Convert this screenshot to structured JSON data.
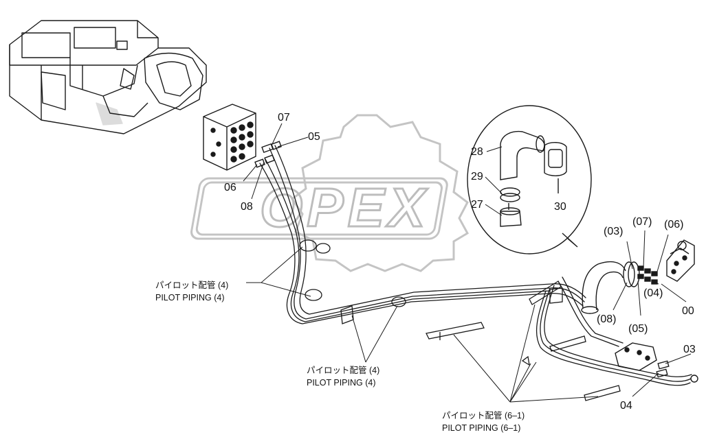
{
  "watermark": {
    "text": "OPEX",
    "color": "#bdbdbd"
  },
  "colors": {
    "line": "#1a1a1a",
    "watermark": "#c4c4c4"
  },
  "part_numbers": {
    "p07_top": "07",
    "p05_top": "05",
    "p06_left": "06",
    "p08_left": "08",
    "p28": "28",
    "p29": "29",
    "p27": "27",
    "p30": "30",
    "p03_paren": "(03)",
    "p07_paren": "(07)",
    "p06_paren": "(06)",
    "p04_paren": "(04)",
    "p00": "00",
    "p08_paren": "(08)",
    "p05_paren": "(05)",
    "p03_right": "03",
    "p04_bottom": "04"
  },
  "callouts": [
    {
      "jp": "パイロット配管 (4)",
      "en": "PILOT PIPING (4)"
    },
    {
      "jp": "パイロット配管 (4)",
      "en": "PILOT PIPING (4)"
    },
    {
      "jp": "パイロット配管 (6–1)",
      "en": "PILOT PIPING (6–1)"
    }
  ]
}
